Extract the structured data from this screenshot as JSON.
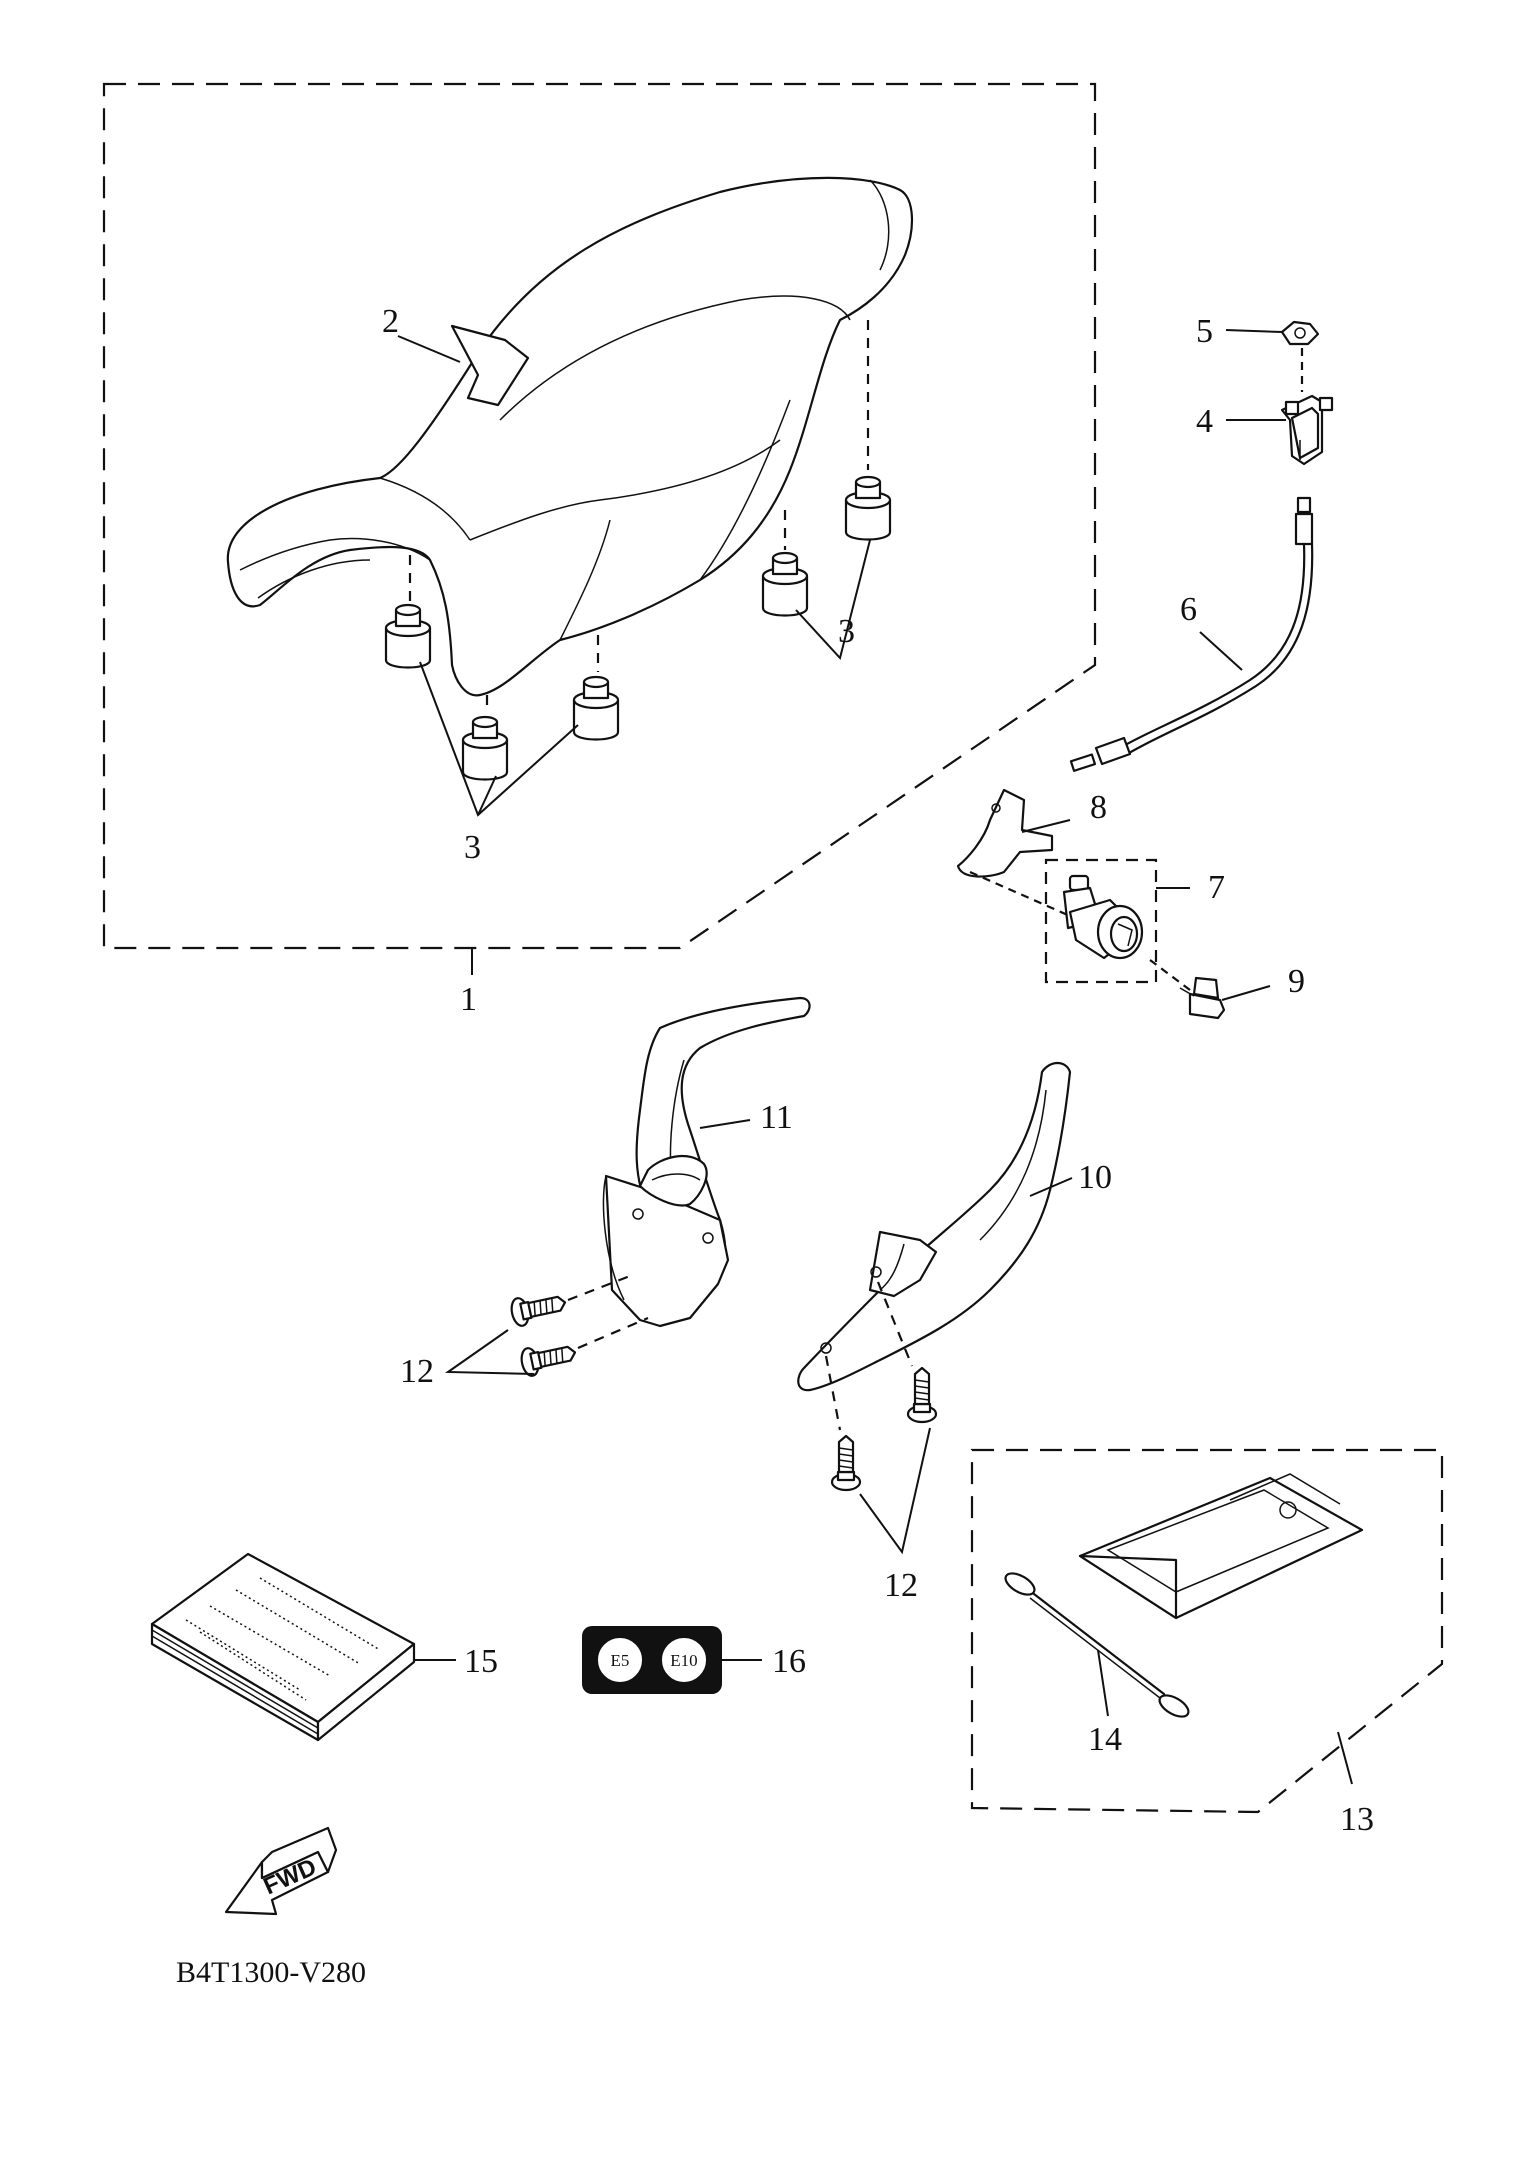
{
  "diagram": {
    "drawing_code": "B4T1300-V280",
    "direction_label": "FWD",
    "fuel_badges": [
      "E5",
      "E10"
    ],
    "callouts": {
      "c1": "1",
      "c2": "2",
      "c3a": "3",
      "c3b": "3",
      "c4": "4",
      "c5": "5",
      "c6": "6",
      "c7": "7",
      "c8": "8",
      "c9": "9",
      "c10": "10",
      "c11": "11",
      "c12a": "12",
      "c12b": "12",
      "c13": "13",
      "c14": "14",
      "c15": "15",
      "c16": "16"
    }
  }
}
